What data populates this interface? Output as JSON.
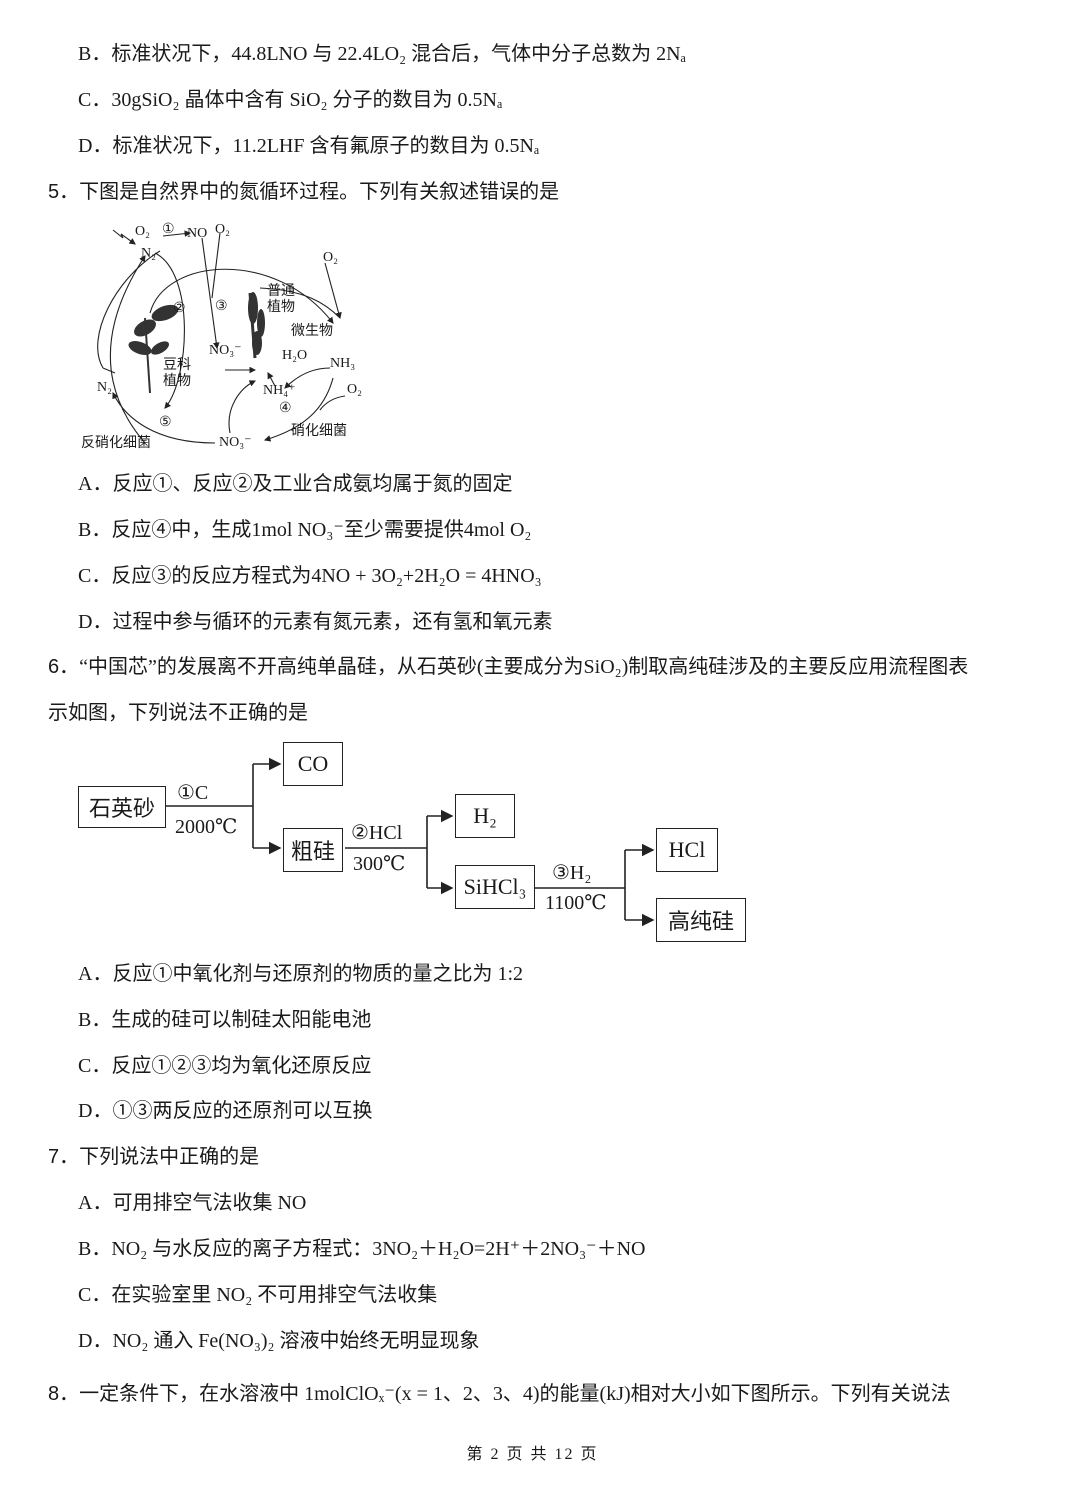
{
  "q4_options": {
    "B": {
      "letter": "B．",
      "text": "标准状况下，44.8LNO 与 22.4LO₂ 混合后，气体中分子总数为 2Nₐ"
    },
    "C": {
      "letter": "C．",
      "text": "30gSiO₂ 晶体中含有 SiO₂ 分子的数目为 0.5Nₐ"
    },
    "D": {
      "letter": "D．",
      "text": "标准状况下，11.2LHF 含有氟原子的数目为 0.5Nₐ"
    }
  },
  "q5": {
    "number": "5．",
    "stem": "下图是自然界中的氮循环过程。下列有关叙述错误的是",
    "figure": {
      "labels": {
        "o2_top_left": "O₂",
        "reaction1": "①",
        "no": "NO",
        "o2_top": "O₂",
        "n2_top": "N₂",
        "reaction2": "②",
        "reaction3": "③",
        "o2_right": "O₂",
        "common_plants": "普通\n植物",
        "microbes": "微生物",
        "no3_left": "NO₃⁻",
        "h2o": "H₂O",
        "nh3": "NH₃",
        "nh4": "NH₄⁺",
        "legume": "豆科\n植物",
        "n2_left": "N₂",
        "o2_bottom_right": "O₂",
        "reaction4": "④",
        "reaction5": "⑤",
        "nitrifying": "硝化细菌",
        "denitrifying": "反硝化细菌",
        "no3_bottom": "NO₃⁻"
      }
    },
    "options": [
      {
        "letter": "A．",
        "text": "反应①、反应②及工业合成氨均属于氮的固定"
      },
      {
        "letter": "B．",
        "text": "反应④中，生成1mol NO₃⁻至少需要提供4mol O₂"
      },
      {
        "letter": "C．",
        "text": "反应③的反应方程式为4NO + 3O₂+2H₂O = 4HNO₃"
      },
      {
        "letter": "D．",
        "text": "过程中参与循环的元素有氮元素，还有氢和氧元素"
      }
    ]
  },
  "q6": {
    "number": "6．",
    "stem_line1": "“中国芯”的发展离不开高纯单晶硅，从石英砂(主要成分为SiO₂)制取高纯硅涉及的主要反应用流程图表",
    "stem_line2": "示如图，下列说法不正确的是",
    "flow": {
      "quartz": "石英砂",
      "step1_top": "①C",
      "step1_bottom": "2000℃",
      "co": "CO",
      "crude_si": "粗硅",
      "step2_top": "②HCl",
      "step2_bottom": "300℃",
      "h2": "H₂",
      "sihcl3": "SiHCl₃",
      "step3_top": "③H₂",
      "step3_bottom": "1100℃",
      "hcl": "HCl",
      "pure_si": "高纯硅"
    },
    "options": [
      {
        "letter": "A．",
        "text": "反应①中氧化剂与还原剂的物质的量之比为 1:2"
      },
      {
        "letter": "B．",
        "text": "生成的硅可以制硅太阳能电池"
      },
      {
        "letter": "C．",
        "text": "反应①②③均为氧化还原反应"
      },
      {
        "letter": "D．",
        "text": "①③两反应的还原剂可以互换"
      }
    ]
  },
  "q7": {
    "number": "7．",
    "stem": "下列说法中正确的是",
    "options": [
      {
        "letter": "A．",
        "text": "可用排空气法收集 NO"
      },
      {
        "letter": "B．",
        "text": "NO₂ 与水反应的离子方程式：3NO₂＋H₂O=2H⁺＋2NO₃⁻＋NO"
      },
      {
        "letter": "C．",
        "text": "在实验室里 NO₂ 不可用排空气法收集"
      },
      {
        "letter": "D．",
        "text": "NO₂ 通入 Fe(NO₃)₂ 溶液中始终无明显现象"
      }
    ]
  },
  "q8": {
    "number": "8．",
    "stem": "一定条件下，在水溶液中 1molClOₓ⁻(x = 1、2、3、4)的能量(kJ)相对大小如下图所示。下列有关说法"
  },
  "footer": {
    "page": "第 2 页 共 12 页"
  }
}
